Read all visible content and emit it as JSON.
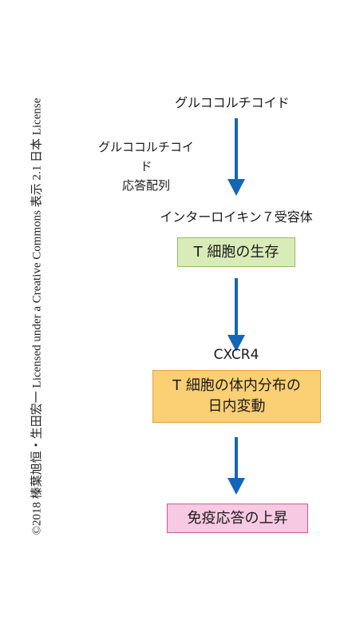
{
  "credit": "©2018 榛葉旭恒・生田宏一 Licensed under a Creative Commons 表示 2.1 日本 License",
  "nodes": {
    "glucocorticoid": "グルココルチコイド",
    "gre_line1": "グルココルチコイド",
    "gre_line2": "応答配列",
    "il7r": "インターロイキン７受容体",
    "tcell_survival": "T 細胞の生存",
    "cxcr4": "CXCR4",
    "diurnal_line1": "T 細胞の体内分布の",
    "diurnal_line2": "日内変動",
    "immune_up": "免疫応答の上昇"
  },
  "colors": {
    "arrow": "#1565b8",
    "green_fill": "#d9ebb8",
    "green_border": "#8cc16a",
    "orange_fill": "#fbcf73",
    "orange_border": "#e8a23a",
    "pink_fill": "#f7c9e2",
    "pink_border": "#d15a94"
  }
}
